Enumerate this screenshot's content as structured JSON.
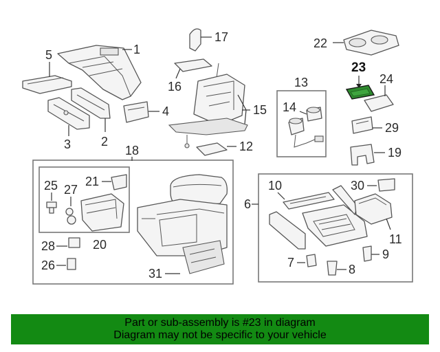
{
  "callouts": {
    "c1": "1",
    "c2": "2",
    "c3": "3",
    "c4": "4",
    "c5": "5",
    "c6": "6",
    "c7": "7",
    "c8": "8",
    "c9": "9",
    "c10": "10",
    "c11": "11",
    "c12": "12",
    "c13": "13",
    "c14": "14",
    "c15": "15",
    "c16": "16",
    "c17": "17",
    "c18": "18",
    "c19": "19",
    "c20": "20",
    "c21": "21",
    "c22": "22",
    "c23": "23",
    "c24": "24",
    "c25": "25",
    "c26": "26",
    "c27": "27",
    "c28": "28",
    "c29": "29",
    "c30": "30",
    "c31": "31"
  },
  "highlight": {
    "part": "23",
    "color": "#2e8b2e"
  },
  "banner": {
    "line1": "Part or sub-assembly is #23 in diagram",
    "line2": "Diagram may not be specific to your vehicle",
    "background": "#138a13"
  }
}
